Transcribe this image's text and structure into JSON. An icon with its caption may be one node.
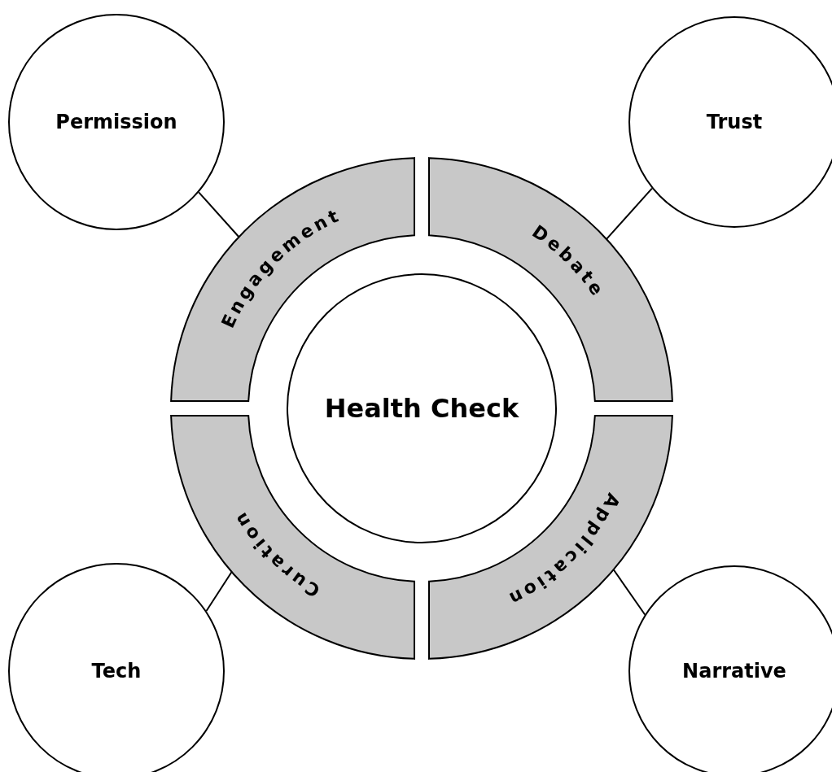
{
  "diagram": {
    "nodes": [
      {
        "text": [
          "Health Check"
        ]
      },
      {
        "text": [
          "Engagement"
        ]
      },
      {
        "text": [
          "Debate"
        ]
      },
      {
        "text": [
          "Application"
        ]
      },
      {
        "text": [
          "Curation"
        ]
      },
      {
        "text": [
          "Permission"
        ]
      },
      {
        "text": [
          "Trust"
        ]
      },
      {
        "text": [
          "Tech"
        ]
      },
      {
        "text": [
          "Narrative"
        ]
      }
    ],
    "edges": [
      {
        "from": 5,
        "to": 1,
        "arrow": "none"
      },
      {
        "from": 6,
        "to": 2,
        "arrow": "none"
      },
      {
        "from": 8,
        "to": 3,
        "arrow": "none"
      },
      {
        "from": 7,
        "to": 4,
        "arrow": "none"
      }
    ]
  }
}
